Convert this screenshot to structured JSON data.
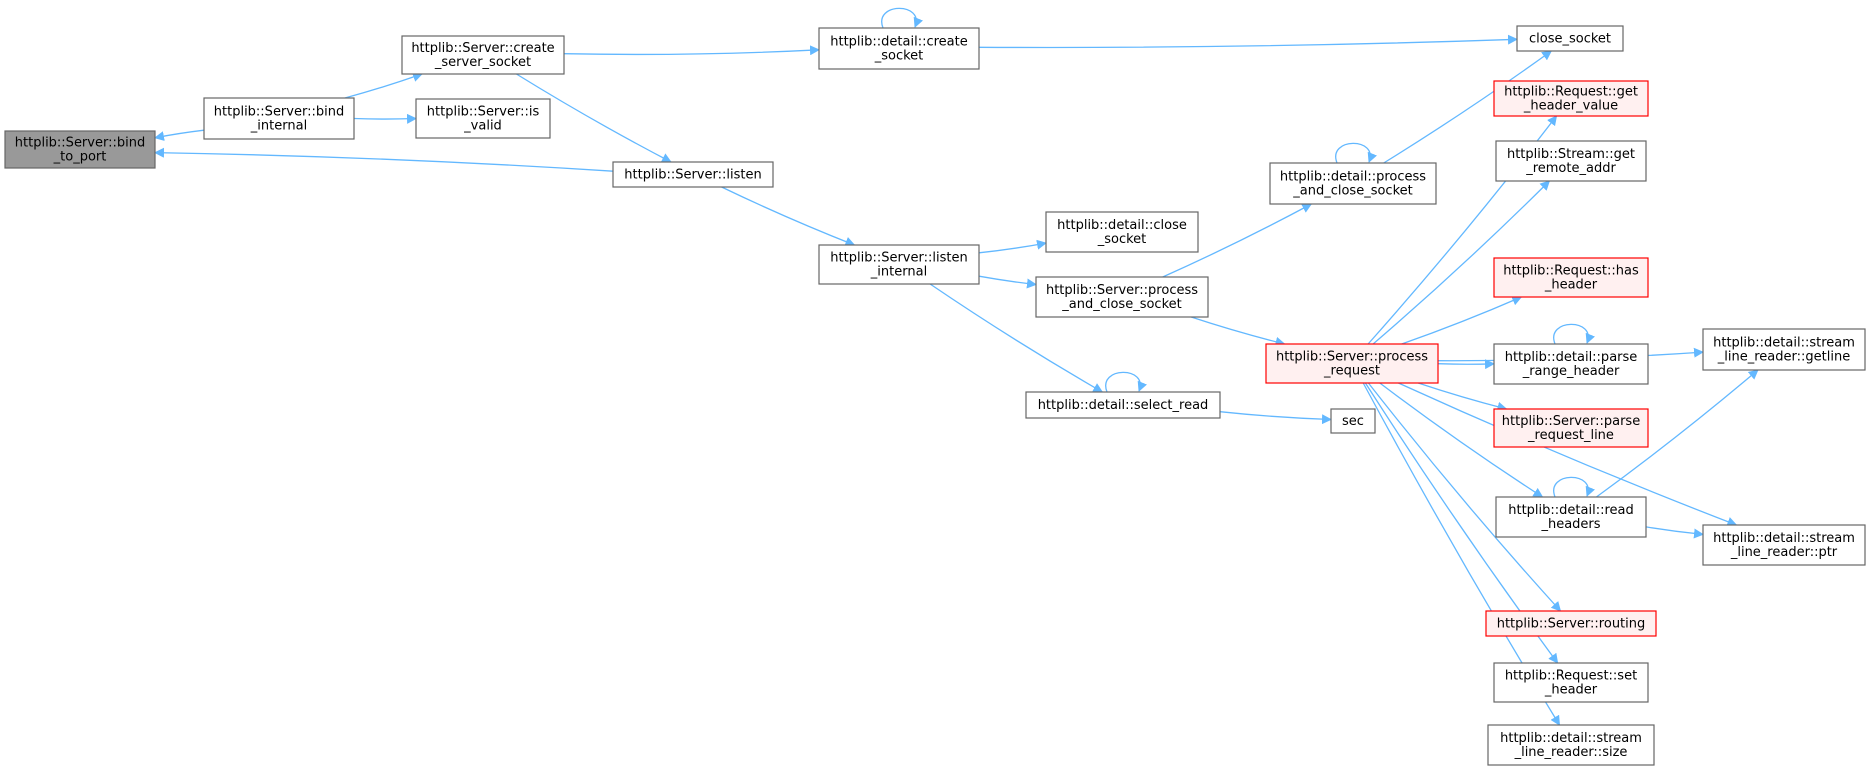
{
  "colors": {
    "node_border": "#666666",
    "node_fill": "#ffffff",
    "focus_fill": "#999999",
    "focus_border": "#666666",
    "truncated_fill": "#fff0f0",
    "truncated_border": "#ff0000",
    "edge": "#63b8ff",
    "text": "#000000"
  },
  "nodes": [
    {
      "id": "bind_to_port",
      "lines": [
        "httplib::Server::bind",
        "_to_port"
      ],
      "style": "focus"
    },
    {
      "id": "bind_internal",
      "lines": [
        "httplib::Server::bind",
        "_internal"
      ],
      "style": "normal"
    },
    {
      "id": "create_server_socket",
      "lines": [
        "httplib::Server::create",
        "_server_socket"
      ],
      "style": "normal"
    },
    {
      "id": "is_valid",
      "lines": [
        "httplib::Server::is",
        "_valid"
      ],
      "style": "normal"
    },
    {
      "id": "listen",
      "lines": [
        "httplib::Server::listen"
      ],
      "style": "normal"
    },
    {
      "id": "detail_create_socket",
      "lines": [
        "httplib::detail::create",
        "_socket"
      ],
      "style": "normal"
    },
    {
      "id": "close_socket",
      "lines": [
        "close_socket"
      ],
      "style": "normal"
    },
    {
      "id": "listen_internal",
      "lines": [
        "httplib::Server::listen",
        "_internal"
      ],
      "style": "normal"
    },
    {
      "id": "detail_close_socket",
      "lines": [
        "httplib::detail::close",
        "_socket"
      ],
      "style": "normal"
    },
    {
      "id": "server_process_and_close_socket",
      "lines": [
        "httplib::Server::process",
        "_and_close_socket"
      ],
      "style": "normal"
    },
    {
      "id": "select_read",
      "lines": [
        "httplib::detail::select_read"
      ],
      "style": "normal"
    },
    {
      "id": "sec",
      "lines": [
        "sec"
      ],
      "style": "normal"
    },
    {
      "id": "detail_process_and_close_socket",
      "lines": [
        "httplib::detail::process",
        "_and_close_socket"
      ],
      "style": "normal"
    },
    {
      "id": "process_request",
      "lines": [
        "httplib::Server::process",
        "_request"
      ],
      "style": "truncated"
    },
    {
      "id": "get_header_value",
      "lines": [
        "httplib::Request::get",
        "_header_value"
      ],
      "style": "truncated"
    },
    {
      "id": "get_remote_addr",
      "lines": [
        "httplib::Stream::get",
        "_remote_addr"
      ],
      "style": "normal"
    },
    {
      "id": "has_header",
      "lines": [
        "httplib::Request::has",
        "_header"
      ],
      "style": "truncated"
    },
    {
      "id": "parse_range_header",
      "lines": [
        "httplib::detail::parse",
        "_range_header"
      ],
      "style": "normal"
    },
    {
      "id": "parse_request_line",
      "lines": [
        "httplib::Server::parse",
        "_request_line"
      ],
      "style": "truncated"
    },
    {
      "id": "read_headers",
      "lines": [
        "httplib::detail::read",
        "_headers"
      ],
      "style": "normal"
    },
    {
      "id": "routing",
      "lines": [
        "httplib::Server::routing"
      ],
      "style": "truncated"
    },
    {
      "id": "set_header",
      "lines": [
        "httplib::Request::set",
        "_header"
      ],
      "style": "normal"
    },
    {
      "id": "slr_size",
      "lines": [
        "httplib::detail::stream",
        "_line_reader::size"
      ],
      "style": "normal"
    },
    {
      "id": "slr_getline",
      "lines": [
        "httplib::detail::stream",
        "_line_reader::getline"
      ],
      "style": "normal"
    },
    {
      "id": "slr_ptr",
      "lines": [
        "httplib::detail::stream",
        "_line_reader::ptr"
      ],
      "style": "normal"
    }
  ],
  "edges": [
    {
      "from": "bind_internal",
      "to": "bind_to_port"
    },
    {
      "from": "bind_internal",
      "to": "create_server_socket"
    },
    {
      "from": "bind_internal",
      "to": "is_valid"
    },
    {
      "from": "create_server_socket",
      "to": "detail_create_socket"
    },
    {
      "from": "create_server_socket",
      "to": "listen"
    },
    {
      "from": "listen",
      "to": "bind_to_port"
    },
    {
      "from": "detail_create_socket",
      "to": "detail_create_socket"
    },
    {
      "from": "detail_create_socket",
      "to": "close_socket"
    },
    {
      "from": "listen",
      "to": "listen_internal"
    },
    {
      "from": "listen_internal",
      "to": "detail_close_socket"
    },
    {
      "from": "listen_internal",
      "to": "server_process_and_close_socket"
    },
    {
      "from": "listen_internal",
      "to": "select_read"
    },
    {
      "from": "select_read",
      "to": "select_read"
    },
    {
      "from": "select_read",
      "to": "sec"
    },
    {
      "from": "server_process_and_close_socket",
      "to": "detail_process_and_close_socket"
    },
    {
      "from": "server_process_and_close_socket",
      "to": "process_request"
    },
    {
      "from": "detail_process_and_close_socket",
      "to": "detail_process_and_close_socket"
    },
    {
      "from": "detail_process_and_close_socket",
      "to": "close_socket"
    },
    {
      "from": "process_request",
      "to": "get_header_value"
    },
    {
      "from": "process_request",
      "to": "get_remote_addr"
    },
    {
      "from": "process_request",
      "to": "slr_getline"
    },
    {
      "from": "process_request",
      "to": "has_header"
    },
    {
      "from": "process_request",
      "to": "parse_range_header"
    },
    {
      "from": "parse_range_header",
      "to": "parse_range_header"
    },
    {
      "from": "process_request",
      "to": "parse_request_line"
    },
    {
      "from": "process_request",
      "to": "read_headers"
    },
    {
      "from": "read_headers",
      "to": "read_headers"
    },
    {
      "from": "read_headers",
      "to": "slr_getline"
    },
    {
      "from": "read_headers",
      "to": "slr_ptr"
    },
    {
      "from": "process_request",
      "to": "slr_ptr"
    },
    {
      "from": "process_request",
      "to": "routing"
    },
    {
      "from": "process_request",
      "to": "set_header"
    },
    {
      "from": "process_request",
      "to": "slr_size"
    }
  ]
}
